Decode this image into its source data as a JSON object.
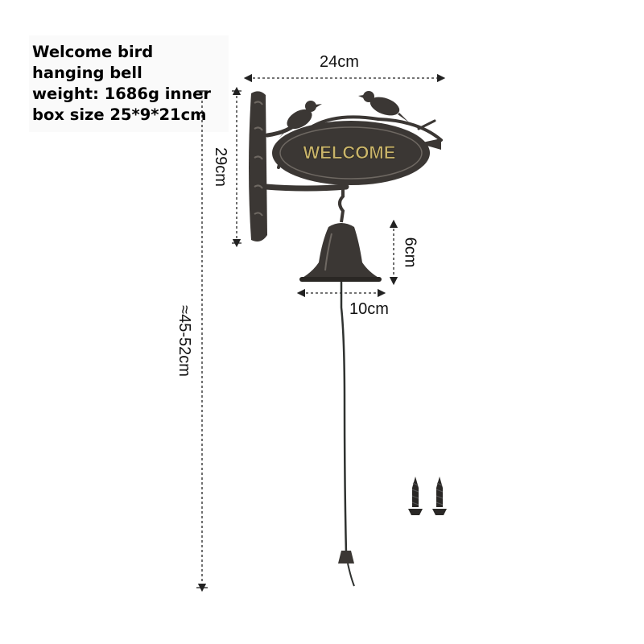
{
  "product": {
    "title_line1": "Welcome bird",
    "title_line2": "hanging bell",
    "weight_line": "weight: 1686g inner",
    "box_line": "box size 25*9*21cm"
  },
  "sign_text": "WELCOME",
  "dimensions": {
    "width": "24cm",
    "bracket_height": "29cm",
    "bell_height": "6cm",
    "bell_width": "10cm",
    "total_height": "≈45-52cm"
  },
  "colors": {
    "iron": "#3b3734",
    "iron_light": "#6e6862",
    "sign_text": "#c9b46a",
    "dimension_line": "#222222"
  }
}
